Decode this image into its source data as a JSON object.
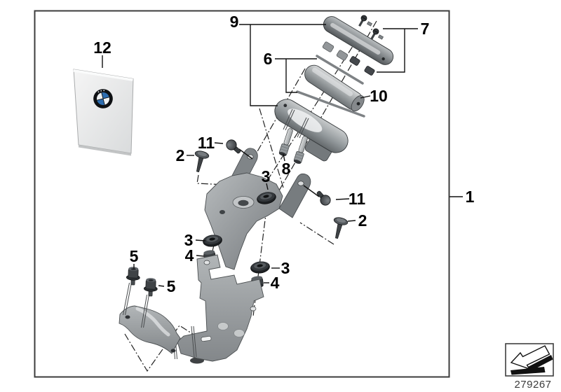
{
  "callouts": {
    "c1": "1",
    "c2": "2",
    "c3": "3",
    "c4": "4",
    "c5": "5",
    "c6": "6",
    "c7": "7",
    "c8": "8",
    "c9": "9",
    "c10": "10",
    "c11": "11",
    "c12": "12"
  },
  "footer": {
    "diagram_number": "279267"
  },
  "brand": {
    "name": "BMW"
  },
  "colors": {
    "frame": "#3c3c3c",
    "line": "#111111",
    "centerline": "#222222",
    "metal_light": "#c9cccd",
    "metal_mid": "#8d9295",
    "metal_dark": "#585d60",
    "hardware_dark": "#2c2f32",
    "card": "#e9eaeb",
    "logo_blue": "#2d6db0",
    "logo_white": "#edf0f2",
    "logo_ring": "#0e1013",
    "footer_text": "#3b3b3b"
  },
  "icons": {
    "corner_arrow": "arrow-down-left-icon"
  }
}
